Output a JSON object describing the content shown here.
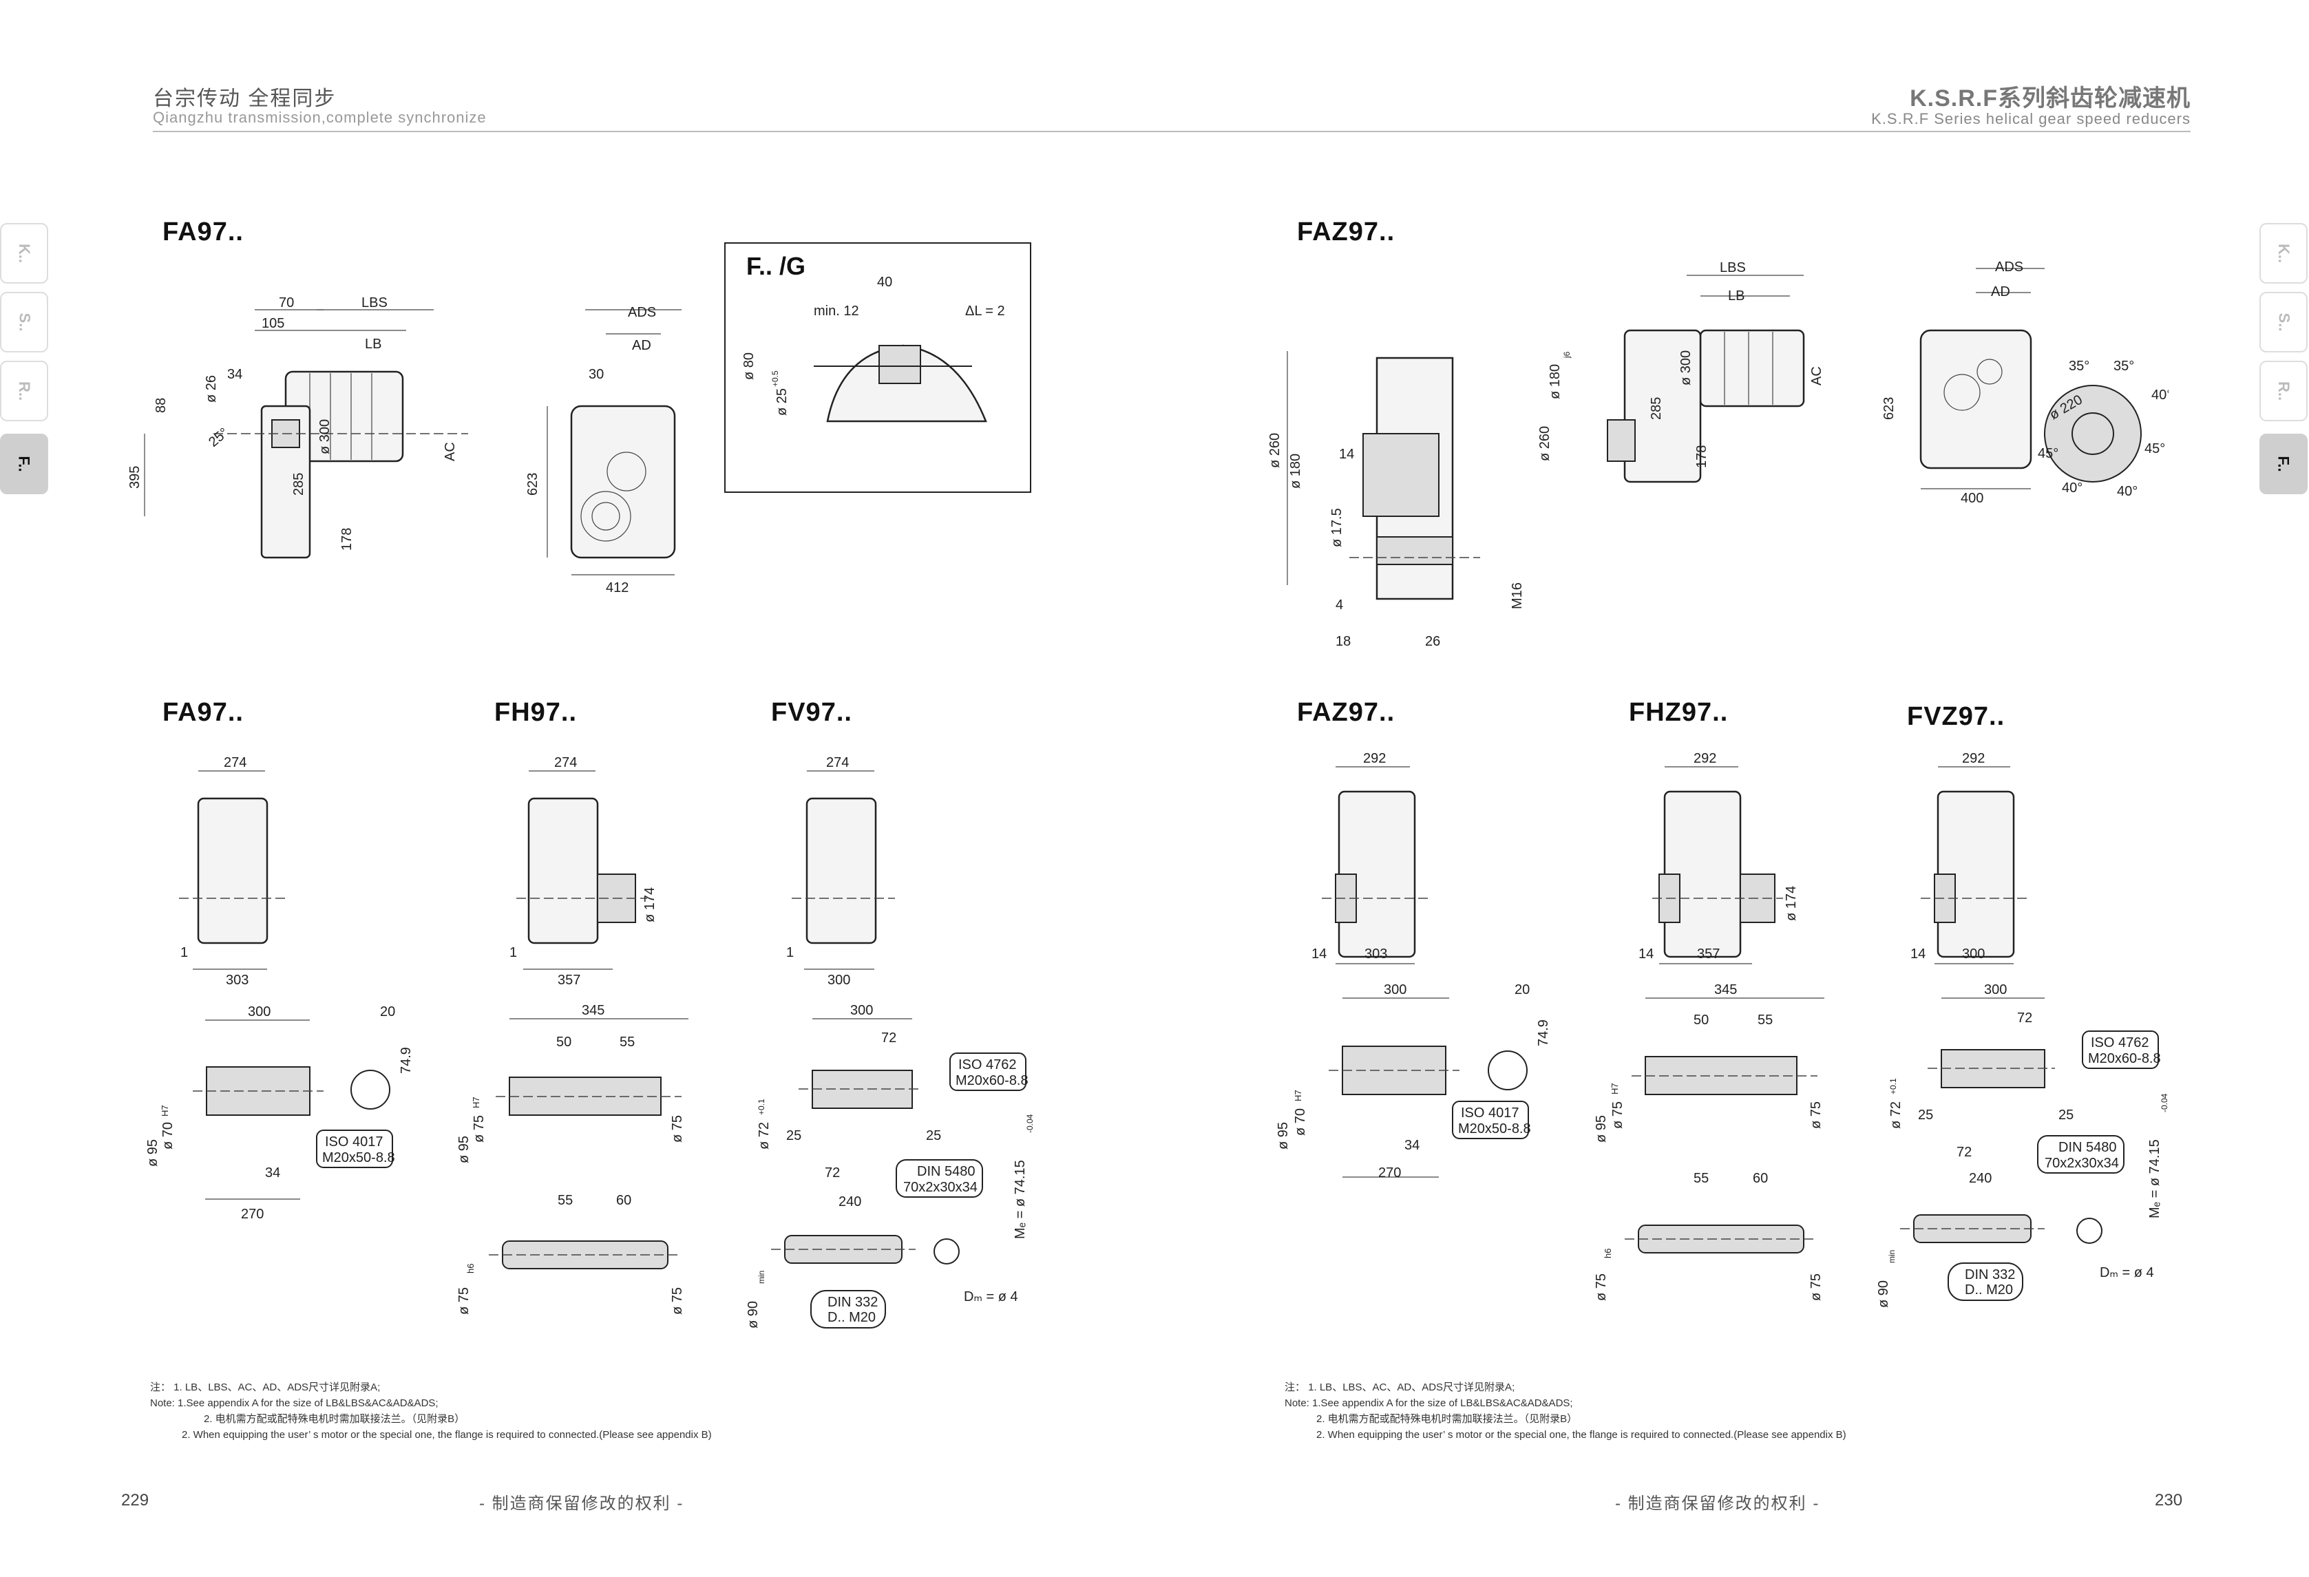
{
  "header": {
    "left_cn": "台宗传动  全程同步",
    "left_en": "Qiangzhu transmission,complete synchronize",
    "right_cn": "K.S.R.F系列斜齿轮减速机",
    "right_en": "K.S.R.F Series helical gear speed reducers"
  },
  "tabs": [
    "K..",
    "S..",
    "R..",
    "F.."
  ],
  "left_page": {
    "fa97_top": {
      "title": "FA97..",
      "dims": {
        "d70": "70",
        "d105": "105",
        "lbs": "LBS",
        "lb": "LB",
        "d34": "34",
        "d26": "ø 26",
        "d88": "88",
        "ang25": "25°",
        "d395": "395",
        "d285": "285",
        "d300": "ø 300",
        "ac": "AC",
        "d178": "178"
      }
    },
    "front_view": {
      "ads": "ADS",
      "ad": "AD",
      "d30": "30",
      "d623": "623",
      "d412": "412"
    },
    "detail_g": {
      "title": "F.. /G",
      "d40": "40",
      "min12": "min. 12",
      "delta": "ΔL = 2",
      "d80": "ø 80",
      "d25": "ø 25",
      "tol": "+0.5"
    },
    "fa97": {
      "title": "FA97..",
      "w": "274",
      "d1": "1",
      "d303": "303",
      "d300": "300",
      "d20": "20",
      "d749": "74.9",
      "d95": "ø 95",
      "d70": "ø 70",
      "h7": "H7",
      "d34": "34",
      "d270": "270",
      "iso1": "ISO 4017",
      "iso2": "M20x50-8.8"
    },
    "fh97": {
      "title": "FH97..",
      "w": "274",
      "d1": "1",
      "d357": "357",
      "d174": "ø 174",
      "d345": "345",
      "d50": "50",
      "d55": "55",
      "d95": "ø 95",
      "d75": "ø 75",
      "h7": "H7",
      "d75b": "ø 75",
      "d55b": "55",
      "d60": "60",
      "d75h6": "ø 75",
      "h6": "h6",
      "d75h6b": "ø 75"
    },
    "fv97": {
      "title": "FV97..",
      "w": "274",
      "d1": "1",
      "d300": "300",
      "d300b": "300",
      "d72": "72",
      "iso1": "ISO 4762",
      "iso2": "M20x60-8.8",
      "d72b": "ø 72",
      "tol": "+0.1",
      "d25a": "25",
      "d25b": "25",
      "d72c": "72",
      "din1": "DIN 5480",
      "din2": "70x2x30x34",
      "me": "Mₑ = ø 74.15",
      "metol": "-0.04",
      "d240": "240",
      "d90": "ø 90",
      "min": "min",
      "din332a": "DIN 332",
      "din332b": "D.. M20",
      "dm": "Dₘ = ø 4"
    }
  },
  "right_page": {
    "faz97_top": {
      "title": "FAZ97..",
      "dims": {
        "lbs": "LBS",
        "lb": "LB",
        "d300": "ø 300",
        "d180": "ø 180",
        "j6": "j6",
        "d260": "ø 260",
        "d285": "285",
        "d178": "178",
        "ac": "AC",
        "d260b": "ø 260",
        "d180b": "ø 180",
        "d14": "14",
        "d175": "ø 17.5",
        "d4": "4",
        "d18": "18",
        "d26": "26",
        "m16": "M16"
      }
    },
    "flange_view": {
      "ads": "ADS",
      "ad": "AD",
      "d623": "623",
      "d400": "400",
      "a35a": "35°",
      "a35b": "35°",
      "a40a": "40°",
      "a45a": "45°",
      "a40b": "40°",
      "a40c": "40°",
      "a45b": "45°",
      "d220": "ø 220"
    },
    "faz97": {
      "title": "FAZ97..",
      "w": "292",
      "d14": "14",
      "d303": "303",
      "d300": "300",
      "d20": "20",
      "d749": "74.9",
      "d95": "ø 95",
      "d70": "ø 70",
      "h7": "H7",
      "d34": "34",
      "d270": "270",
      "iso1": "ISO 4017",
      "iso2": "M20x50-8.8"
    },
    "fhz97": {
      "title": "FHZ97..",
      "w": "292",
      "d14": "14",
      "d357": "357",
      "d174": "ø 174",
      "d345": "345",
      "d50": "50",
      "d55": "55",
      "d95": "ø 95",
      "d75": "ø 75",
      "h7": "H7",
      "d75b": "ø 75",
      "d55b": "55",
      "d60": "60",
      "d75h6": "ø 75",
      "h6": "h6",
      "d75h6b": "ø 75"
    },
    "fvz97": {
      "title": "FVZ97..",
      "w": "292",
      "d14": "14",
      "d300": "300",
      "d300b": "300",
      "d72": "72",
      "iso1": "ISO 4762",
      "iso2": "M20x60-8.8",
      "d72b": "ø 72",
      "tol": "+0.1",
      "d25a": "25",
      "d25b": "25",
      "d72c": "72",
      "din1": "DIN 5480",
      "din2": "70x2x30x34",
      "me": "Mₑ = ø 74.15",
      "metol": "-0.04",
      "d240": "240",
      "d90": "ø 90",
      "min": "min",
      "din332a": "DIN 332",
      "din332b": "D.. M20",
      "dm": "Dₘ = ø 4"
    }
  },
  "notes": {
    "l1": "注：   1. LB、LBS、AC、AD、ADS尺寸详见附录A;",
    "l2": "Note: 1.See appendix A for the size of LB&LBS&AC&AD&ADS;",
    "l3": "2. 电机需方配或配特殊电机时需加联接法兰。（见附录B）",
    "l4": "2. When equipping the user’ s motor or the special one, the flange is required to connected.(Please see appendix B)"
  },
  "footer": {
    "left_page_num": "229",
    "right_page_num": "230",
    "rights": "- 制造商保留修改的权利 -"
  }
}
